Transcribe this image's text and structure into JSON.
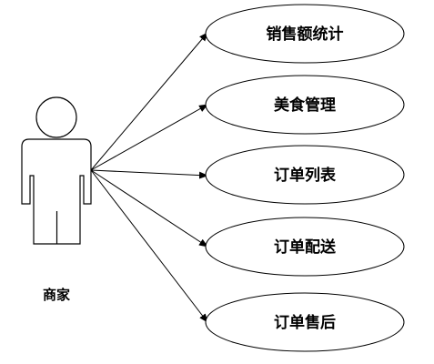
{
  "actor": {
    "name": "商家"
  },
  "use_cases": [
    {
      "label": "销售额统计"
    },
    {
      "label": "美食管理"
    },
    {
      "label": "订单列表"
    },
    {
      "label": "订单配送"
    },
    {
      "label": "订单售后"
    }
  ],
  "style": {
    "stroke": "#000000",
    "fill": "#ffffff"
  }
}
